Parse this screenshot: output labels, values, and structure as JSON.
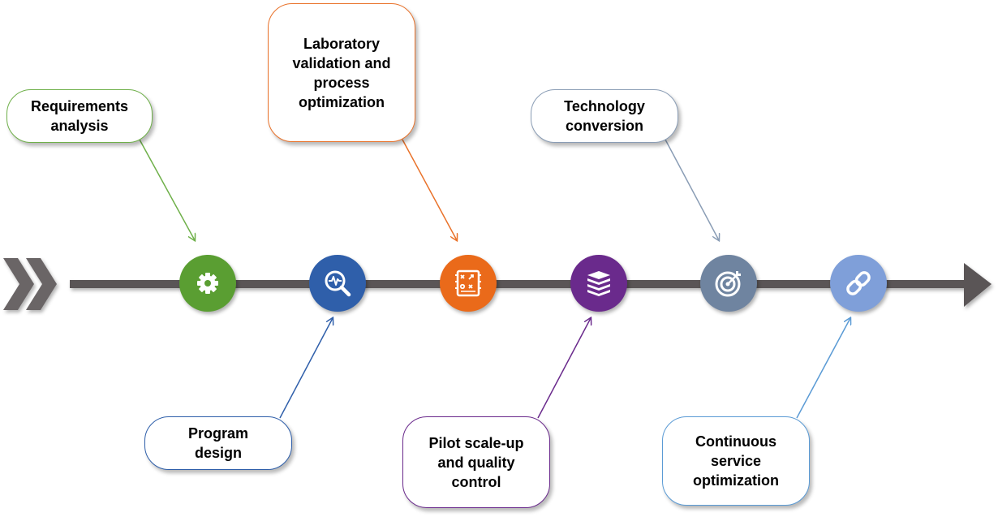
{
  "steps": [
    {
      "label": "Requirements\nanalysis",
      "icon": "gear-icon",
      "color": "#5a9e32"
    },
    {
      "label": "Program\ndesign",
      "icon": "magnifier-pulse-icon",
      "color": "#2f5faa"
    },
    {
      "label": "Laboratory\nvalidation and\nprocess\noptimization",
      "icon": "strategy-board-icon",
      "color": "#ea6a1a"
    },
    {
      "label": "Pilot scale-up\nand quality\ncontrol",
      "icon": "book-stack-icon",
      "color": "#6a2a8c"
    },
    {
      "label": "Technology\nconversion",
      "icon": "target-icon",
      "color": "#6f84a0"
    },
    {
      "label": "Continuous\nservice\noptimization",
      "icon": "link-icon",
      "color": "#7f9fd9"
    }
  ],
  "colors": {
    "timeline": "#5a5556",
    "start_chevrons": "#6a6566",
    "box_borders": [
      "#6fb04a",
      "#2f5faa",
      "#e9722a",
      "#6a2a8c",
      "#8a9db5",
      "#5b9bd5"
    ]
  }
}
